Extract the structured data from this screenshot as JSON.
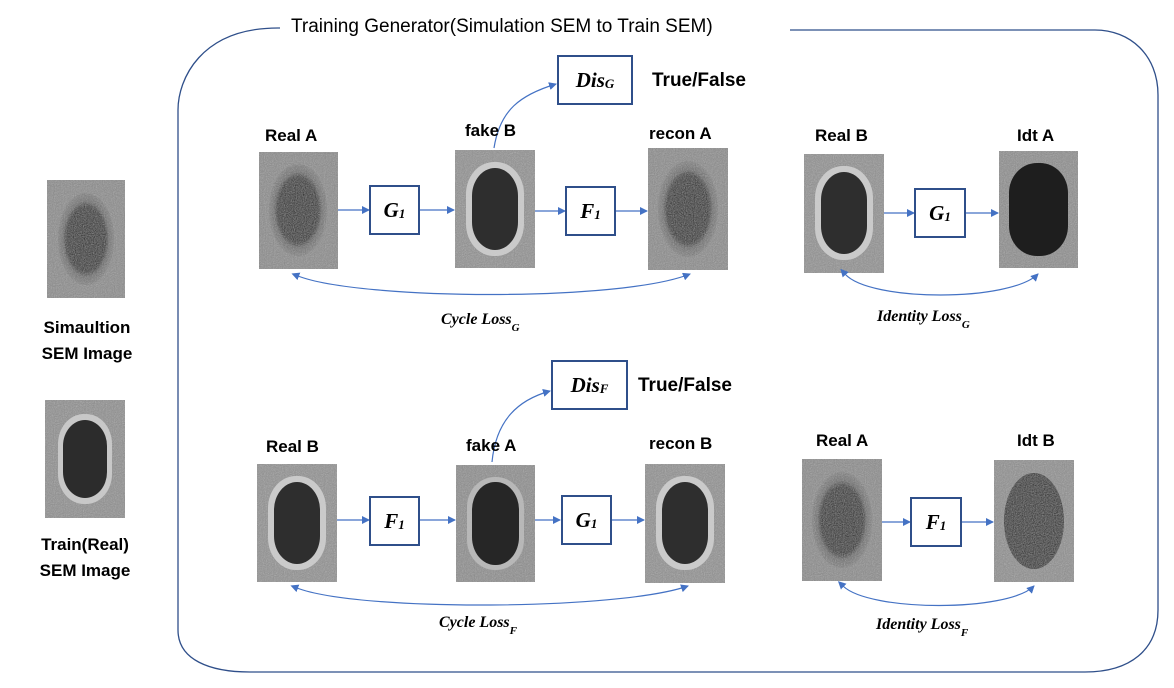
{
  "title": "Training Generator(Simulation SEM to Train SEM)",
  "legend": {
    "simulation_line1": "Simaultion",
    "simulation_line2": "SEM Image",
    "train_line1": "Train(Real)",
    "train_line2": "SEM Image"
  },
  "top_row": {
    "real_a": "Real A",
    "fake_b": "fake B",
    "recon_a": "recon A",
    "real_b": "Real B",
    "idt_a": "Idt A",
    "g1_main": "G",
    "g1_main_sub": "1",
    "f1_main": "F",
    "f1_main_sub": "1",
    "g1_idt": "G",
    "g1_idt_sub": "1",
    "dis": "Dis",
    "dis_sub": "G",
    "true_false": "True/False",
    "cycle_loss": "Cycle Loss",
    "cycle_loss_sub": "G",
    "identity_loss": "Identity Loss",
    "identity_loss_sub": "G"
  },
  "bottom_row": {
    "real_b": "Real B",
    "fake_a": "fake A",
    "recon_b": "recon B",
    "real_a": "Real A",
    "idt_b": "Idt B",
    "f1_main": "F",
    "f1_main_sub": "1",
    "g1_main": "G",
    "g1_main_sub": "1",
    "f1_idt": "F",
    "f1_idt_sub": "1",
    "dis": "Dis",
    "dis_sub": "F",
    "true_false": "True/False",
    "cycle_loss": "Cycle Loss",
    "cycle_loss_sub": "F",
    "identity_loss": "Identity Loss",
    "identity_loss_sub": "F"
  },
  "colors": {
    "frame": "#2f4f8a",
    "arrow": "#4472c4",
    "box_border": "#2f4f8a"
  }
}
